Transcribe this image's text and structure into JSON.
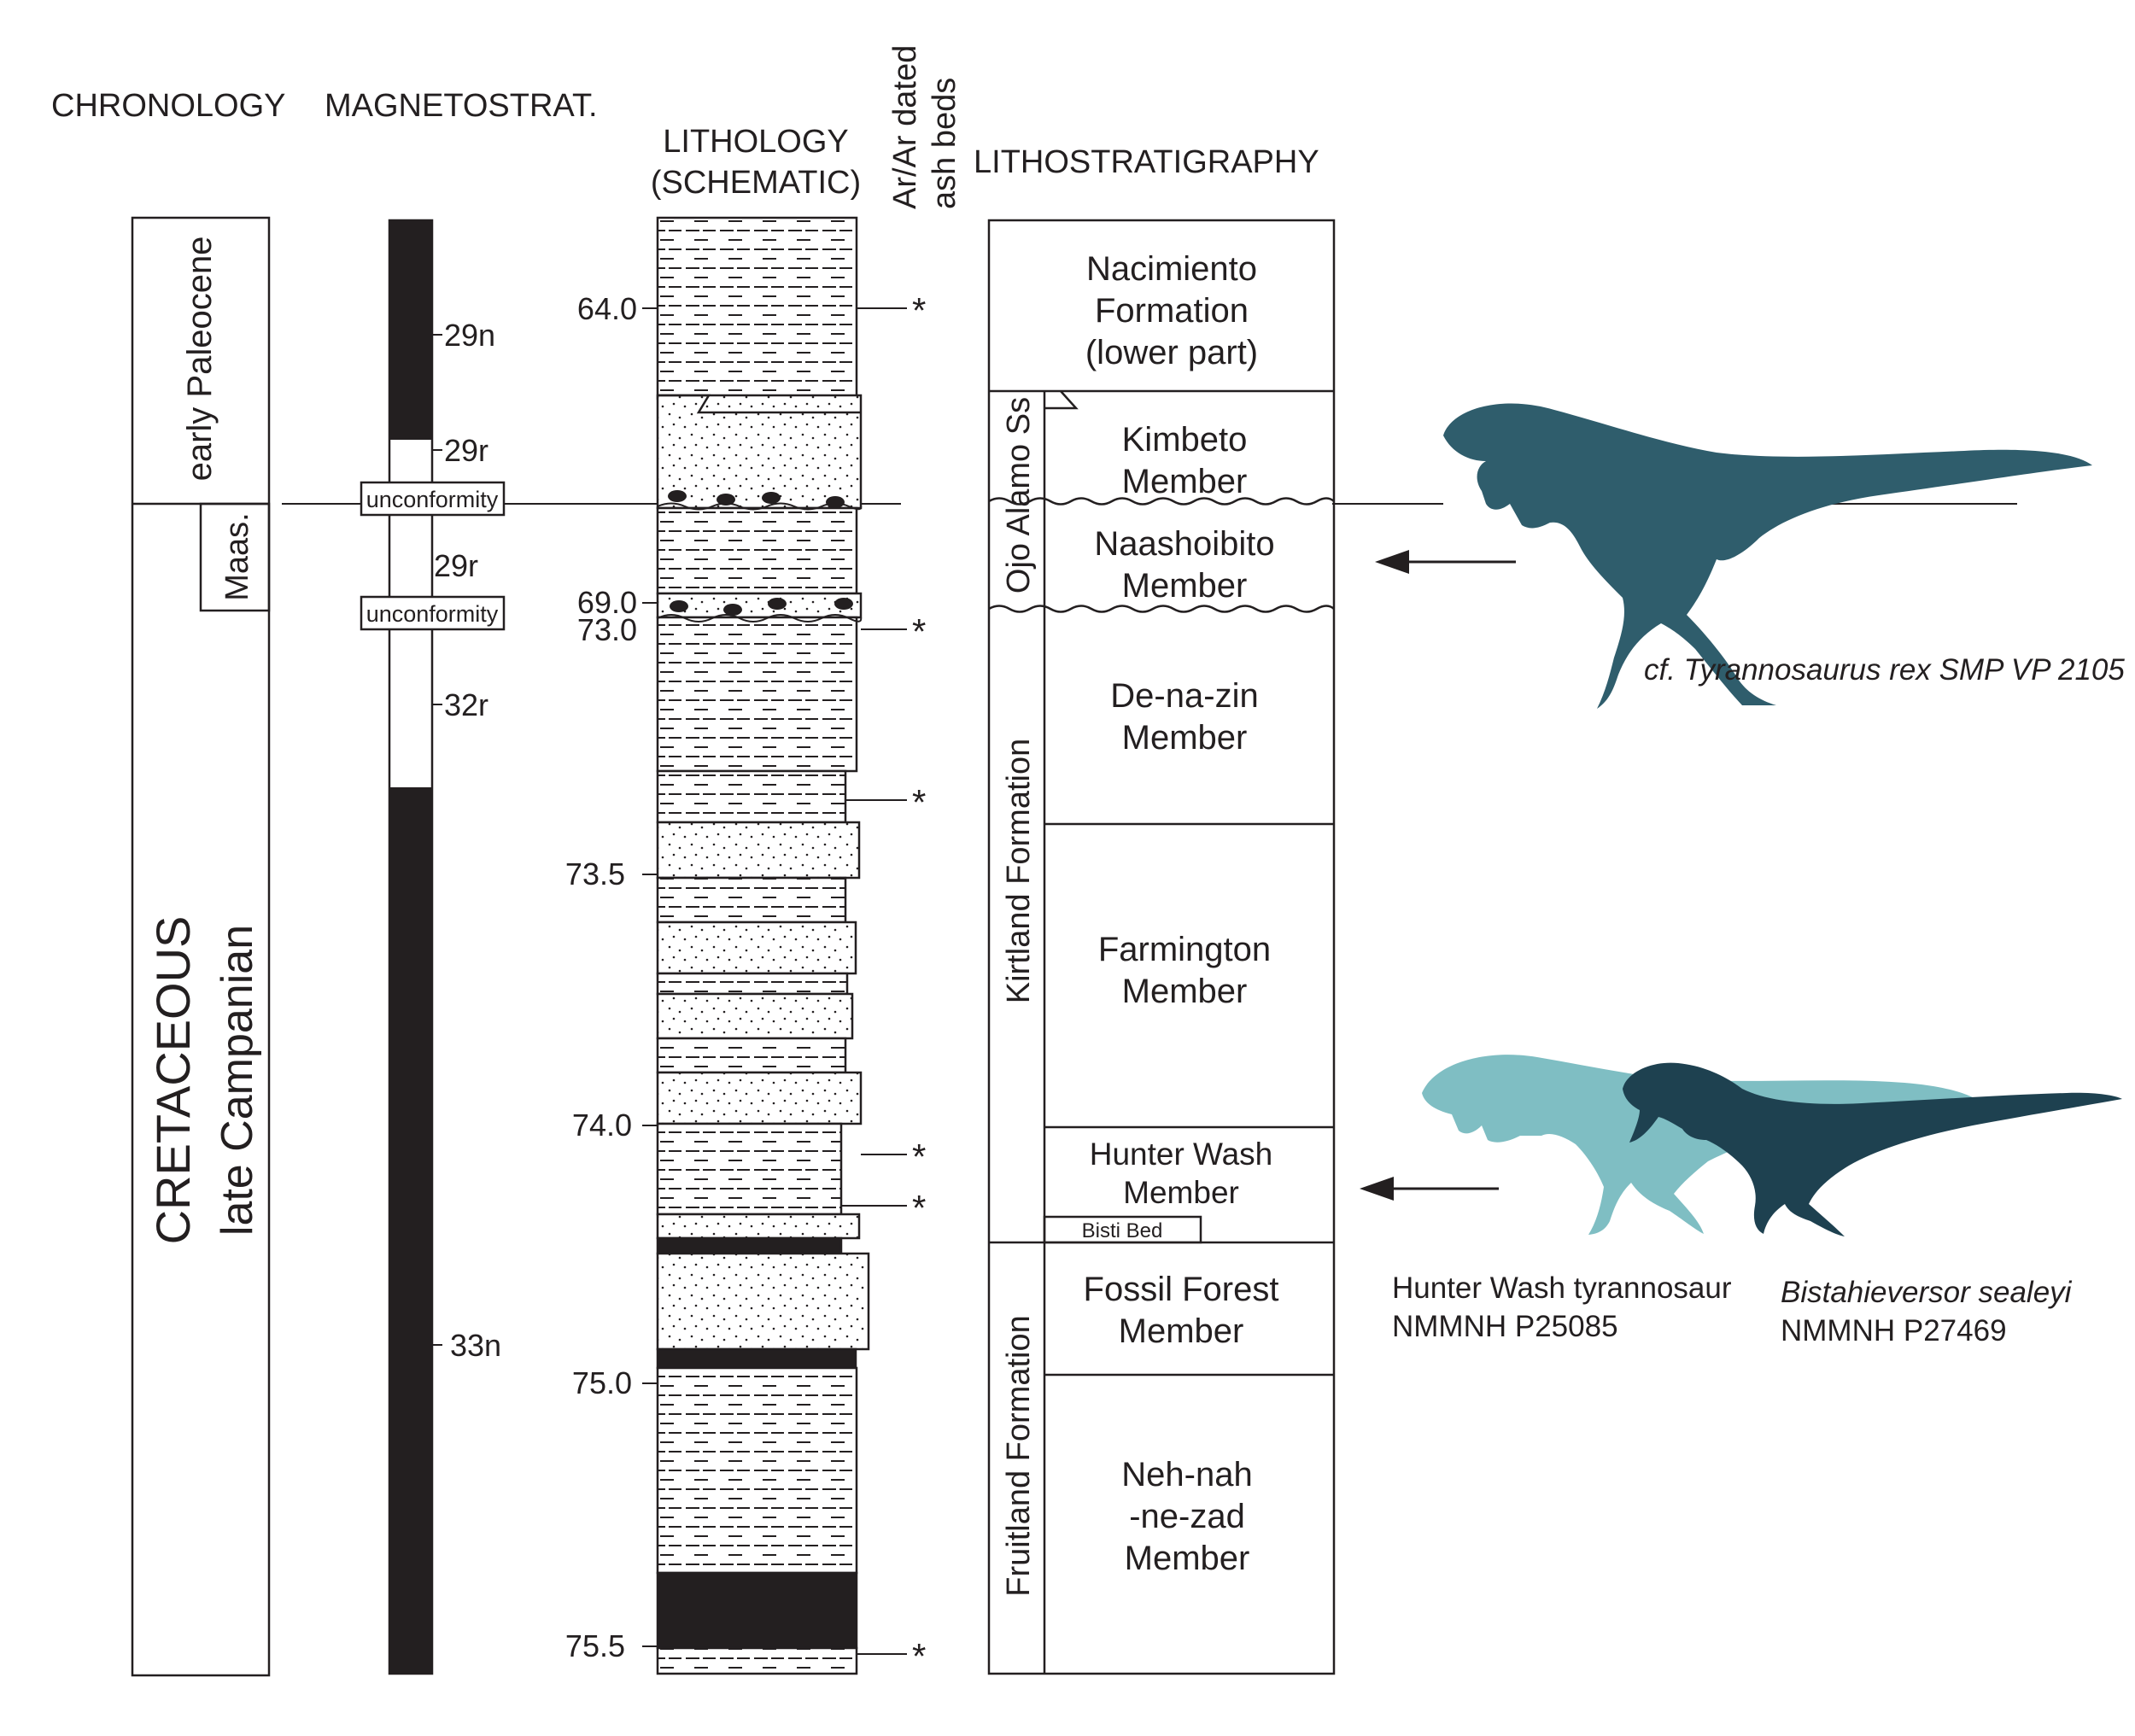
{
  "headers": {
    "chronology": "CHRONOLOGY",
    "magnetostrat": "MAGNETOSTRAT.",
    "lithology_line1": "LITHOLOGY",
    "lithology_line2": "(SCHEMATIC)",
    "ar_line1": "Ar/Ar dated",
    "ar_line2": "ash beds",
    "lithostratigraphy": "LITHOSTRATIGRAPHY"
  },
  "chronology": {
    "early_paleocene": "early Paleocene",
    "maas": "Maas.",
    "cretaceous": "CRETACEOUS",
    "late_campanian": "late Campanian"
  },
  "magnetostrat": {
    "chrons": [
      "29n",
      "29r",
      "29r",
      "32r",
      "33n"
    ],
    "unconformity": "unconformity"
  },
  "age_ticks": [
    "64.0",
    "69.0",
    "73.0",
    "73.5",
    "74.0",
    "75.0",
    "75.5"
  ],
  "ash_bed_marker": "*",
  "lithostratigraphy": {
    "nacimiento": [
      "Nacimiento",
      "Formation",
      "(lower part)"
    ],
    "ojo_alamo": "Ojo Alamo Ss",
    "kimbeto": [
      "Kimbeto",
      "Member"
    ],
    "naashoibito": [
      "Naashoibito",
      "Member"
    ],
    "kirtland": "Kirtland Formation",
    "denazin": [
      "De-na-zin",
      "Member"
    ],
    "farmington": [
      "Farmington",
      "Member"
    ],
    "hunter_wash": [
      "Hunter Wash",
      "Member"
    ],
    "bisti": "Bisti Bed",
    "fruitland": "Fruitland Formation",
    "fossil_forest": [
      "Fossil Forest",
      "Member"
    ],
    "nehnah": [
      "Neh-nah",
      "-ne-zad",
      "Member"
    ]
  },
  "specimens": {
    "trex": "cf. Tyrannosaurus rex SMP VP 2105",
    "hunter_wash": [
      "Hunter Wash tyrannosaur",
      "NMMNH  P25085"
    ],
    "bistahieversor": [
      "Bistahieversor sealeyi",
      "NMMNH  P27469"
    ]
  },
  "colors": {
    "ink": "#231f20",
    "trex_silhouette": "#2f5d6c",
    "hunter_wash_silhouette": "#7fbec3",
    "bistahieversor_silhouette": "#1e4150"
  }
}
